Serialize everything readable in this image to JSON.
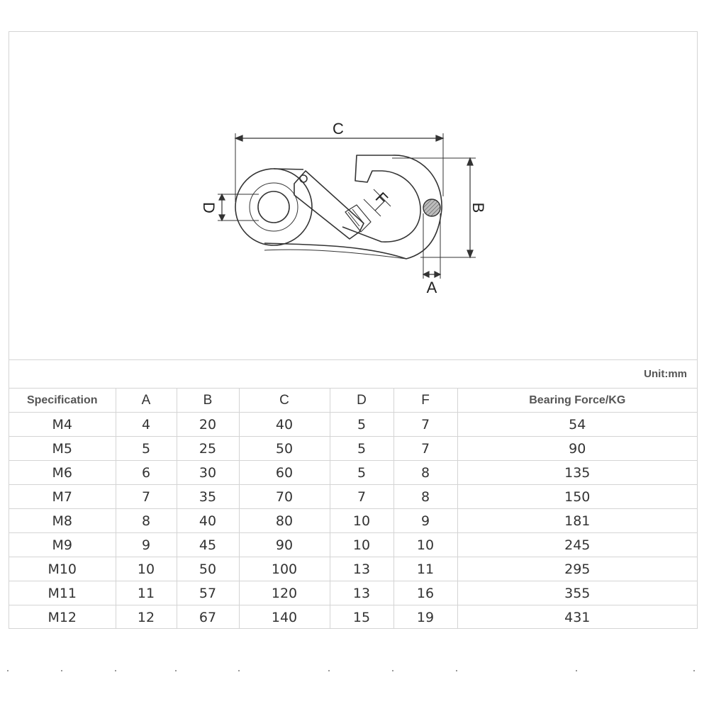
{
  "diagram": {
    "labels": {
      "A": "A",
      "B": "B",
      "C": "C",
      "D": "D",
      "F": "F"
    }
  },
  "unit": "Unit:mm",
  "table": {
    "headers": [
      "Specification",
      "A",
      "B",
      "C",
      "D",
      "F",
      "Bearing Force/KG"
    ],
    "rows": [
      [
        "M4",
        "4",
        "20",
        "40",
        "5",
        "7",
        "54"
      ],
      [
        "M5",
        "5",
        "25",
        "50",
        "5",
        "7",
        "90"
      ],
      [
        "M6",
        "6",
        "30",
        "60",
        "5",
        "8",
        "135"
      ],
      [
        "M7",
        "7",
        "35",
        "70",
        "7",
        "8",
        "150"
      ],
      [
        "M8",
        "8",
        "40",
        "80",
        "10",
        "9",
        "181"
      ],
      [
        "M9",
        "9",
        "45",
        "90",
        "10",
        "10",
        "245"
      ],
      [
        "M10",
        "10",
        "50",
        "100",
        "13",
        "11",
        "295"
      ],
      [
        "M11",
        "11",
        "57",
        "120",
        "13",
        "16",
        "355"
      ],
      [
        "M12",
        "12",
        "67",
        "140",
        "15",
        "19",
        "431"
      ]
    ]
  },
  "colors": {
    "border": "#d4d4d4",
    "text": "#333333",
    "line": "#333333"
  }
}
